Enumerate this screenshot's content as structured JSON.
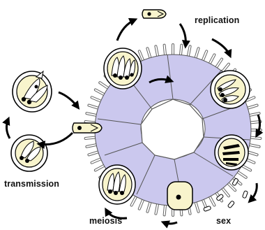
{
  "labels": {
    "replication": "replication",
    "transmission": "transmission",
    "meiosis": "meiosis",
    "sex": "sex"
  },
  "colors": {
    "epithelium": "#cbc8ee",
    "cell_outline": "#444444",
    "parasite_fill": "#f8f4cc",
    "stroke": "#000000"
  }
}
